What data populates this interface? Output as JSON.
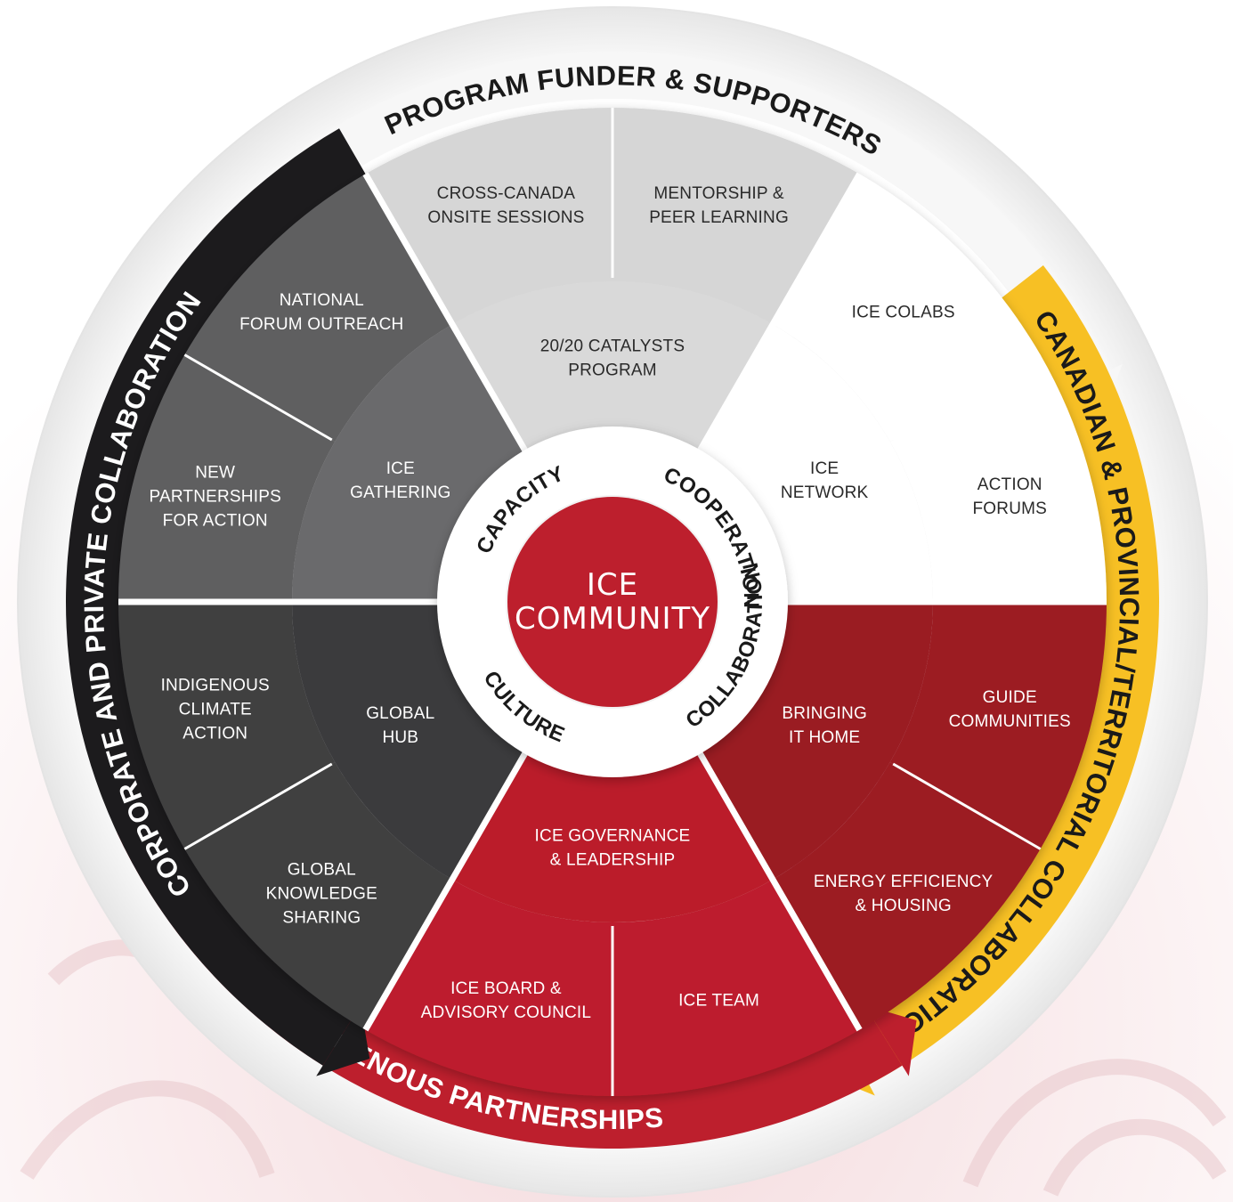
{
  "colors": {
    "black": "#1c1b1d",
    "yellow": "#f7c024",
    "red": "#bd1f2d",
    "dark_red": "#9c1b23",
    "dark_gray": "#3f3f41",
    "mid_gray": "#5f5f61",
    "light_gray": "#d6d6d6",
    "white": "#ffffff"
  },
  "outer_arrows": {
    "top": "PROGRAM FUNDER & SUPPORTERS",
    "right": "CANADIAN & PROVINCIAL/TERRITORIAL COLLABORATION",
    "bottom": "INDIGENOUS PARTNERSHIPS",
    "left": "CORPORATE AND PRIVATE COLLABORATION"
  },
  "outer_segments": {
    "cross_canada": [
      "CROSS-CANADA",
      "ONSITE SESSIONS"
    ],
    "mentorship": [
      "MENTORSHIP &",
      "PEER LEARNING"
    ],
    "ice_colabs": [
      "ICE COLABS"
    ],
    "action_forums": [
      "ACTION",
      "FORUMS"
    ],
    "guide_communities": [
      "GUIDE",
      "COMMUNITIES"
    ],
    "energy_efficiency": [
      "ENERGY EFFICIENCY",
      "& HOUSING"
    ],
    "ice_team": [
      "ICE TEAM"
    ],
    "ice_board": [
      "ICE BOARD &",
      "ADVISORY COUNCIL"
    ],
    "global_knowledge": [
      "GLOBAL",
      "KNOWLEDGE",
      "SHARING"
    ],
    "indigenous_climate": [
      "INDIGENOUS",
      "CLIMATE",
      "ACTION"
    ],
    "new_partnerships": [
      "NEW",
      "PARTNERSHIPS",
      "FOR ACTION"
    ],
    "national_forum": [
      "NATIONAL",
      "FORUM OUTREACH"
    ]
  },
  "inner_segments": {
    "catalysts": [
      "20/20 CATALYSTS",
      "PROGRAM"
    ],
    "ice_network": [
      "ICE",
      "NETWORK"
    ],
    "bringing_it_home": [
      "BRINGING",
      "IT HOME"
    ],
    "governance": [
      "ICE GOVERNANCE",
      "& LEADERSHIP"
    ],
    "global_hub": [
      "GLOBAL",
      "HUB"
    ],
    "ice_gathering": [
      "ICE",
      "GATHERING"
    ]
  },
  "values_ring": {
    "capacity": "CAPACITY",
    "cooperation": "COOPERATION",
    "collaboration": "COLLABORATION",
    "culture": "CULTURE"
  },
  "center": [
    "ICE",
    "COMMUNITY"
  ]
}
